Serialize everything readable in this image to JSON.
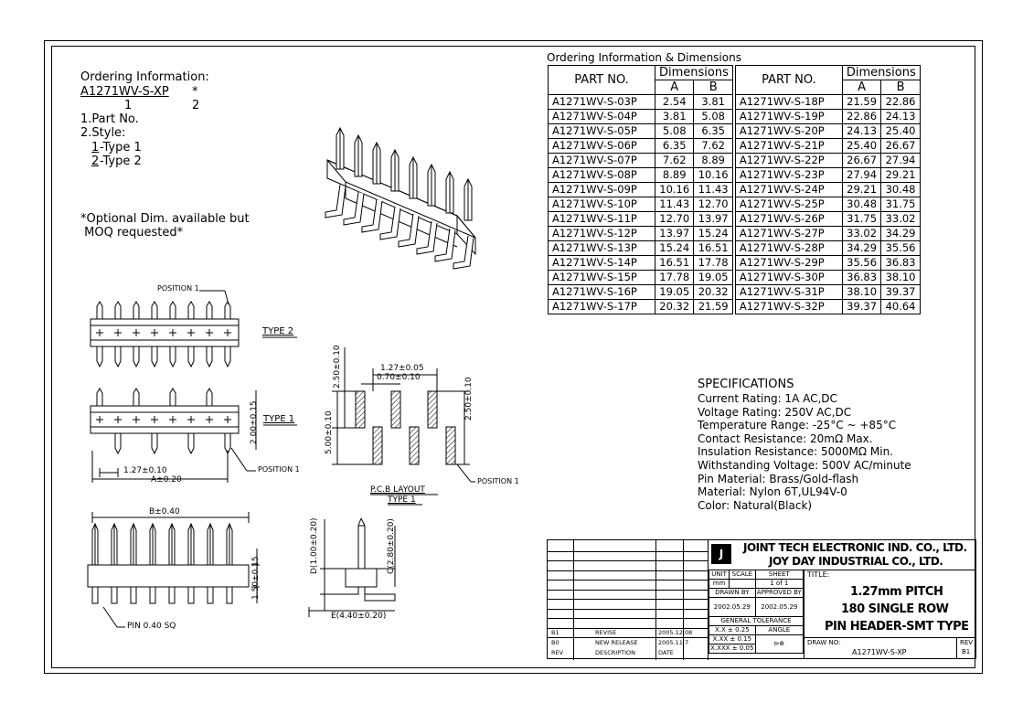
{
  "ordering": {
    "title": "Ordering Information:",
    "code": "A1271WV-S-XP",
    "code_star": "*",
    "idx1": "1",
    "idx2": "2",
    "item1": "1.Part No.",
    "item2": "2.Style:",
    "style1_num": "1",
    "style1_txt": "-Type 1",
    "style2_num": "2",
    "style2_txt": "-Type 2",
    "note1": "*Optional Dim. available but",
    "note2": " MOQ requested*"
  },
  "table": {
    "title": "Ordering Information & Dimensions",
    "col_part": "PART NO.",
    "col_dim": "Dimensions",
    "col_a": "A",
    "col_b": "B",
    "left_rows": [
      [
        "A1271WV-S-03P",
        "2.54",
        "3.81"
      ],
      [
        "A1271WV-S-04P",
        "3.81",
        "5.08"
      ],
      [
        "A1271WV-S-05P",
        "5.08",
        "6.35"
      ],
      [
        "A1271WV-S-06P",
        "6.35",
        "7.62"
      ],
      [
        "A1271WV-S-07P",
        "7.62",
        "8.89"
      ],
      [
        "A1271WV-S-08P",
        "8.89",
        "10.16"
      ],
      [
        "A1271WV-S-09P",
        "10.16",
        "11.43"
      ],
      [
        "A1271WV-S-10P",
        "11.43",
        "12.70"
      ],
      [
        "A1271WV-S-11P",
        "12.70",
        "13.97"
      ],
      [
        "A1271WV-S-12P",
        "13.97",
        "15.24"
      ],
      [
        "A1271WV-S-13P",
        "15.24",
        "16.51"
      ],
      [
        "A1271WV-S-14P",
        "16.51",
        "17.78"
      ],
      [
        "A1271WV-S-15P",
        "17.78",
        "19.05"
      ],
      [
        "A1271WV-S-16P",
        "19.05",
        "20.32"
      ],
      [
        "A1271WV-S-17P",
        "20.32",
        "21.59"
      ]
    ],
    "right_rows": [
      [
        "A1271WV-S-18P",
        "21.59",
        "22.86"
      ],
      [
        "A1271WV-S-19P",
        "22.86",
        "24.13"
      ],
      [
        "A1271WV-S-20P",
        "24.13",
        "25.40"
      ],
      [
        "A1271WV-S-21P",
        "25.40",
        "26.67"
      ],
      [
        "A1271WV-S-22P",
        "26.67",
        "27.94"
      ],
      [
        "A1271WV-S-23P",
        "27.94",
        "29.21"
      ],
      [
        "A1271WV-S-24P",
        "29.21",
        "30.48"
      ],
      [
        "A1271WV-S-25P",
        "30.48",
        "31.75"
      ],
      [
        "A1271WV-S-26P",
        "31.75",
        "33.02"
      ],
      [
        "A1271WV-S-27P",
        "33.02",
        "34.29"
      ],
      [
        "A1271WV-S-28P",
        "34.29",
        "35.56"
      ],
      [
        "A1271WV-S-29P",
        "35.56",
        "36.83"
      ],
      [
        "A1271WV-S-30P",
        "36.83",
        "38.10"
      ],
      [
        "A1271WV-S-31P",
        "38.10",
        "39.37"
      ],
      [
        "A1271WV-S-32P",
        "39.37",
        "40.64"
      ]
    ]
  },
  "specs": {
    "title": "SPECIFICATIONS",
    "lines": [
      "Current Rating: 1A AC,DC",
      "Voltage Rating: 250V AC,DC",
      "Temperature Range: -25°C ~ +85°C",
      "Contact Resistance: 20mΩ Max.",
      "Insulation Resistance: 5000MΩ Min.",
      "Withstanding Voltage: 500V AC/minute",
      "Pin Material: Brass/Gold-flash",
      "Material: Nylon 6T,UL94V-0",
      "Color: Natural(Black)"
    ]
  },
  "drawing_labels": {
    "position1": "POSITION 1",
    "type2": "TYPE 2",
    "type1": "TYPE 1",
    "dim_127": "1.27±0.10",
    "dim_a": "A±0.20",
    "dim_200": "2.00±0.15",
    "dim_b": "B±0.40",
    "dim_150": "1.50±0.15",
    "pin_sq": "PIN 0.40 SQ",
    "pcb_127": "1.27±0.05",
    "pcb_070": "0.70±0.10",
    "pcb_250a": "2.50±0.10",
    "pcb_250b": "2.50±0.10",
    "pcb_500": "5.00±0.10",
    "pcb_title": "P.C.B LAYOUT",
    "pcb_type": "TYPE 1",
    "side_d": "D(1.00±0.20)",
    "side_c": "C(2.80±0.20)",
    "side_e": "E(4.40±0.20)"
  },
  "title_block": {
    "company1": "JOINT TECH ELECTRONIC IND. CO., LTD.",
    "company2": "JOY DAY INDUSTRIAL CO., LTD.",
    "unit_lbl": "UNIT",
    "scale_lbl": "SCALE",
    "sheet_lbl": "SHEET",
    "title_lbl": "TITLE:",
    "unit_val": "mm",
    "sheet_val": "1 of 1",
    "drawn_lbl": "DRAWN BY",
    "approved_lbl": "APPROVED BY",
    "drawn_date": "2002.05.29",
    "approved_date": "2002.05.29",
    "tol_lbl": "GENERAL TOLERANCE",
    "tol1": "X.X ± 0.25",
    "tol2": "X.XX ± 0.15",
    "tol3": "X.XXX ± 0.05",
    "angle_lbl": "ANGLE",
    "title1": "1.27mm PITCH",
    "title2": "180 SINGLE ROW",
    "title3": "PIN HEADER-SMT TYPE",
    "drawno_lbl": "DRAW NO:",
    "drawno": "A1271WV-S-XP",
    "rev_lbl": "REV",
    "rev_val": "B1",
    "rev_rows": [
      [
        "B1",
        "REVISE",
        "2005.12.08"
      ],
      [
        "B0",
        "NEW RELEASE",
        "2005.11.7"
      ],
      [
        "REV",
        "DESCRIPTION",
        "DATE"
      ]
    ]
  }
}
